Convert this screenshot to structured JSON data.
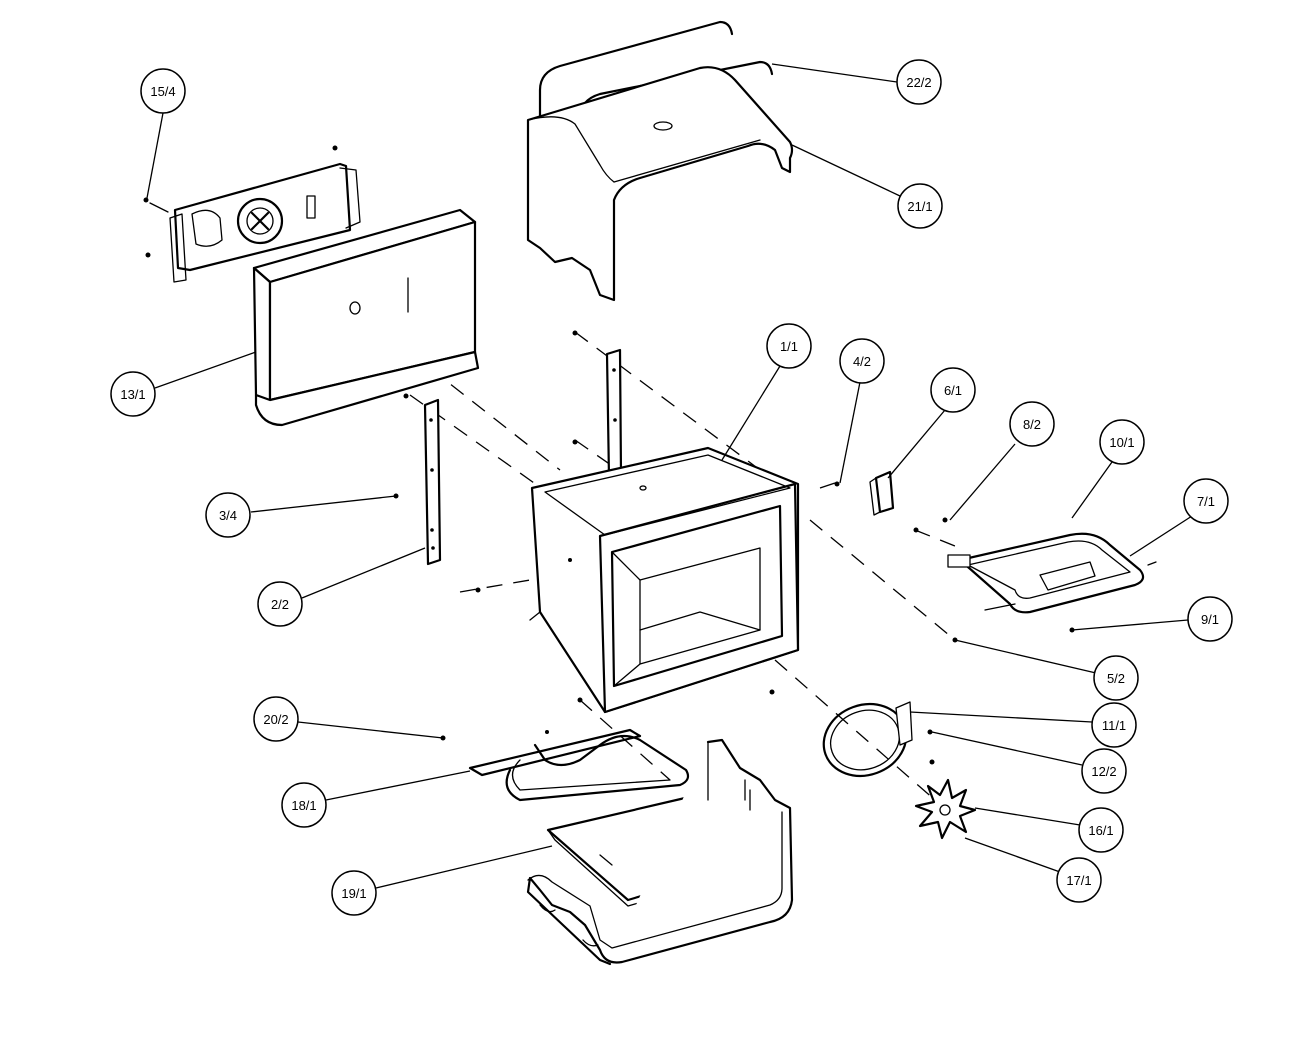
{
  "diagram": {
    "callouts": [
      {
        "id": "c-15-4",
        "label": "15/4"
      },
      {
        "id": "c-22-2",
        "label": "22/2"
      },
      {
        "id": "c-21-1",
        "label": "21/1"
      },
      {
        "id": "c-13-1",
        "label": "13/1"
      },
      {
        "id": "c-1-1",
        "label": "1/1"
      },
      {
        "id": "c-4-2",
        "label": "4/2"
      },
      {
        "id": "c-6-1",
        "label": "6/1"
      },
      {
        "id": "c-8-2",
        "label": "8/2"
      },
      {
        "id": "c-10-1",
        "label": "10/1"
      },
      {
        "id": "c-7-1",
        "label": "7/1"
      },
      {
        "id": "c-3-4",
        "label": "3/4"
      },
      {
        "id": "c-2-2",
        "label": "2/2"
      },
      {
        "id": "c-9-1",
        "label": "9/1"
      },
      {
        "id": "c-5-2",
        "label": "5/2"
      },
      {
        "id": "c-20-2",
        "label": "20/2"
      },
      {
        "id": "c-11-1",
        "label": "11/1"
      },
      {
        "id": "c-12-2",
        "label": "12/2"
      },
      {
        "id": "c-18-1",
        "label": "18/1"
      },
      {
        "id": "c-16-1",
        "label": "16/1"
      },
      {
        "id": "c-17-1",
        "label": "17/1"
      },
      {
        "id": "c-19-1",
        "label": "19/1"
      }
    ]
  }
}
